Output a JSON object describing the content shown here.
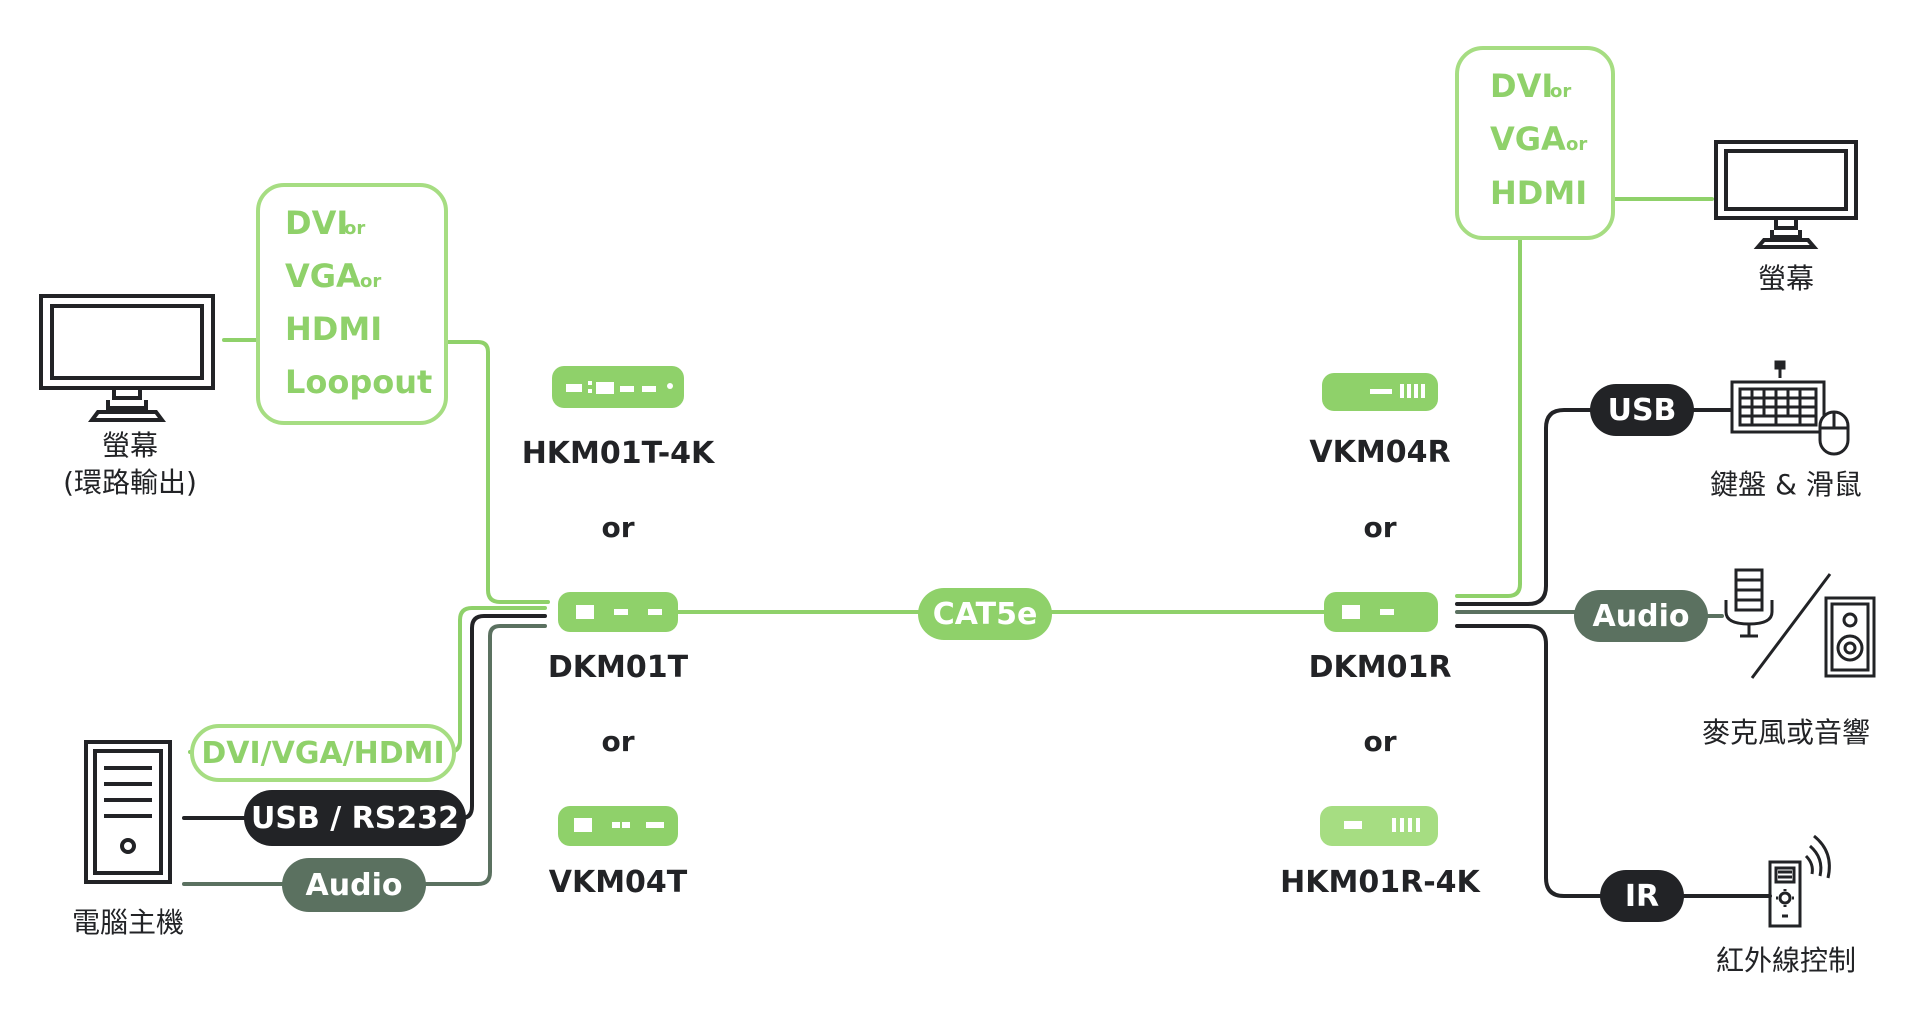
{
  "colors": {
    "green": "#8fd16a",
    "green_light": "#a6dd82",
    "dark": "#222326",
    "slate": "#5b7160",
    "text": "#222326",
    "white": "#ffffff"
  },
  "left": {
    "monitor_label_1": "螢幕",
    "monitor_label_2": "(環路輸出)",
    "video_box": [
      "DVI",
      "or",
      "VGA",
      "or",
      "HDMI",
      "Loopout"
    ],
    "pc_label": "電腦主機",
    "pill_video": "DVI/VGA/HDMI",
    "pill_usb": "USB / RS232",
    "pill_audio": "Audio"
  },
  "transmitters": {
    "top": "HKM01T-4K",
    "or1": "or",
    "mid": "DKM01T",
    "or2": "or",
    "bottom": "VKM04T"
  },
  "link": {
    "label": "CAT5e"
  },
  "receivers": {
    "top": "VKM04R",
    "or1": "or",
    "mid": "DKM01R",
    "or2": "or",
    "bottom": "HKM01R-4K"
  },
  "right": {
    "video_box": [
      "DVI",
      "or",
      "VGA",
      "or",
      "HDMI"
    ],
    "monitor_label": "螢幕",
    "pill_usb": "USB",
    "kbd_label": "鍵盤 & 滑鼠",
    "pill_audio": "Audio",
    "audio_label": "麥克風或音響",
    "pill_ir": "IR",
    "ir_label": "紅外線控制"
  }
}
